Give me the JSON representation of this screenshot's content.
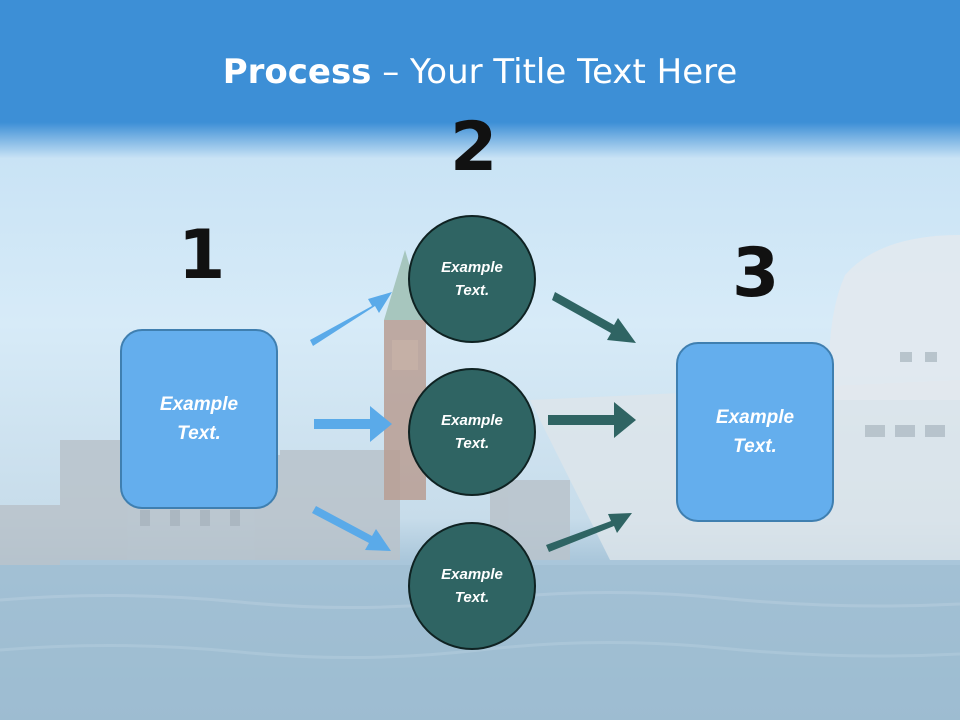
{
  "title": {
    "bold": "Process",
    "rest": " – Your Title Text Here"
  },
  "steps": {
    "one": "1",
    "two": "2",
    "three": "3"
  },
  "boxes": {
    "left": [
      "Example",
      "Text."
    ],
    "right": [
      "Example",
      "Text."
    ]
  },
  "circles": {
    "top": [
      "Example",
      "Text."
    ],
    "middle": [
      "Example",
      "Text."
    ],
    "bottom": [
      "Example",
      "Text."
    ]
  },
  "colors": {
    "header": "#3d8fd6",
    "box": "#64aeed",
    "circle": "#2f6463",
    "arrow_light": "#5aaae9",
    "arrow_dark": "#2f6463"
  }
}
